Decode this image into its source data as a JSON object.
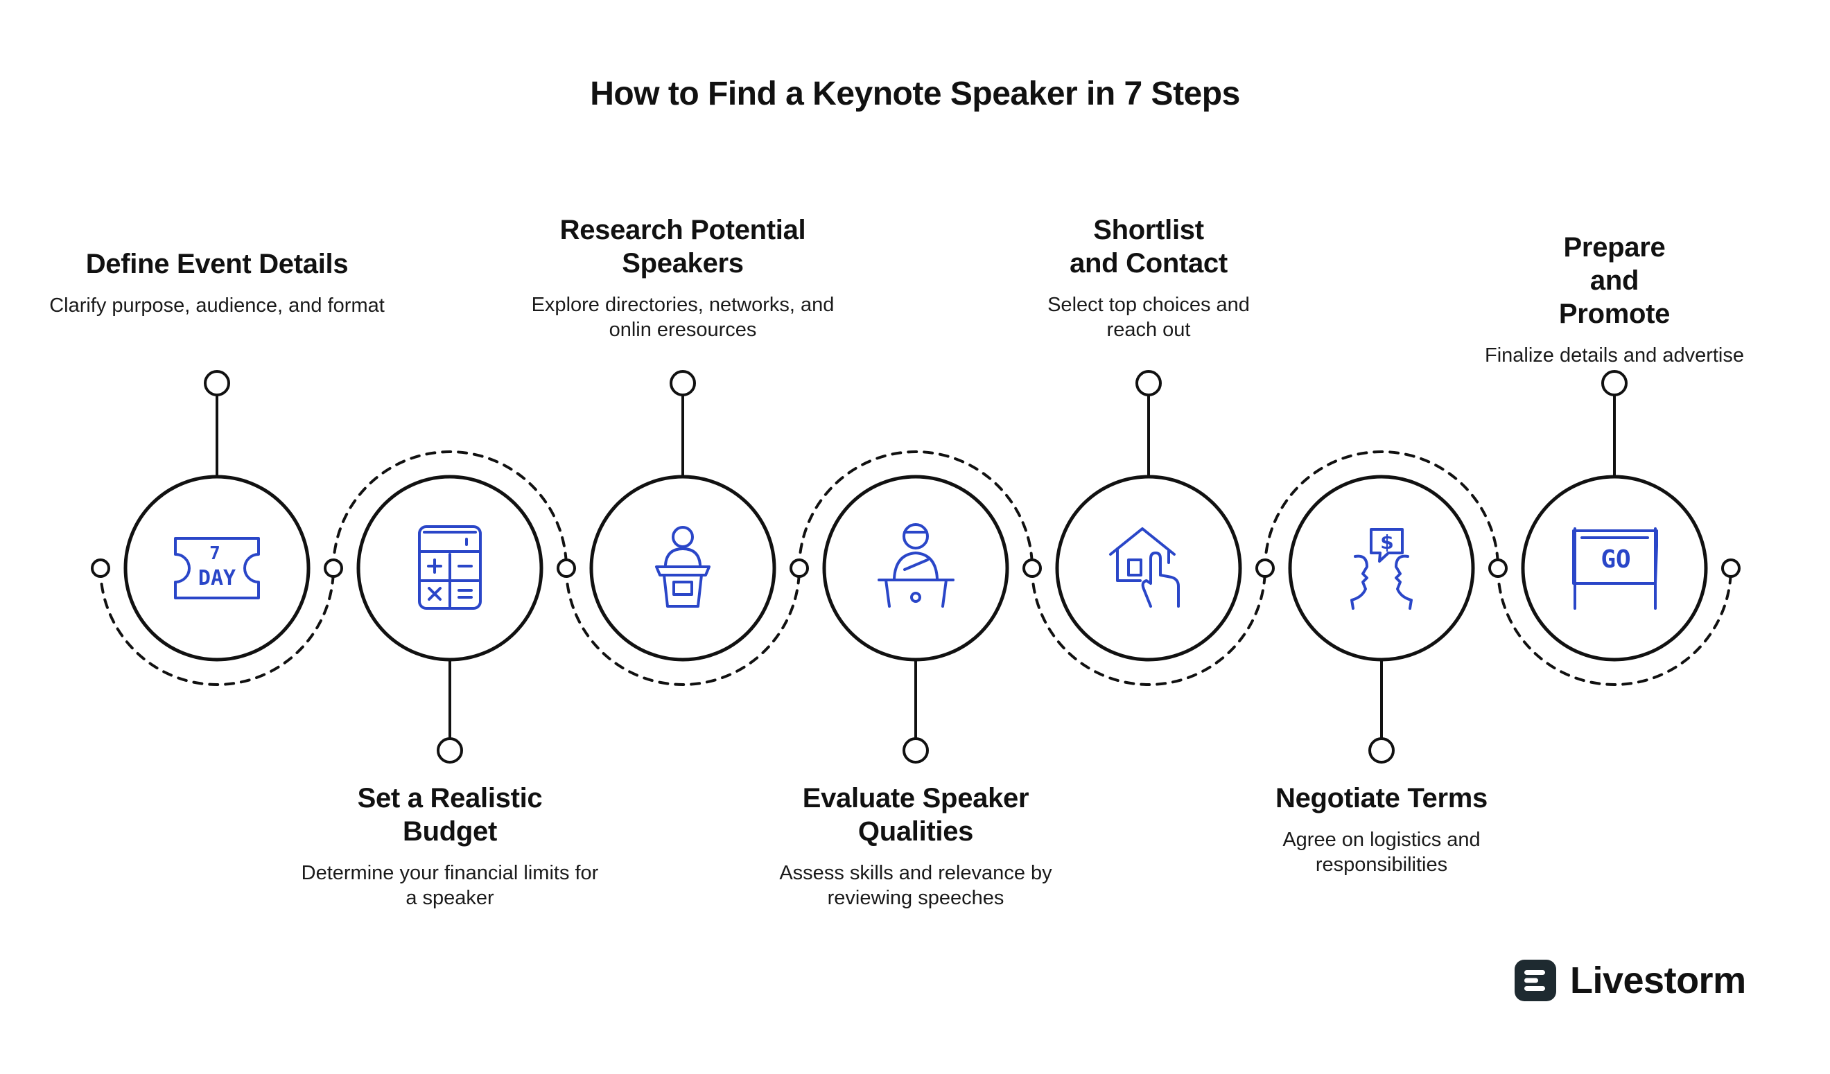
{
  "title": "How to Find a Keynote Speaker in 7 Steps",
  "steps": [
    {
      "title": "Define Event Details",
      "desc": "Clarify purpose, audience, and format",
      "icon": "calendar-ticket-icon",
      "icon_text": [
        "7",
        "DAY"
      ]
    },
    {
      "title": "Set a Realistic Budget",
      "desc": "Determine your financial limits for a speaker",
      "icon": "calculator-icon"
    },
    {
      "title": "Research Potential Speakers",
      "desc": "Explore directories, networks, and onlin eresources",
      "icon": "speaker-podium-icon"
    },
    {
      "title": "Evaluate Speaker Qualities",
      "desc": "Assess skills and relevance by reviewing speeches",
      "icon": "person-at-desk-icon"
    },
    {
      "title": "Shortlist and Contact",
      "desc": "Select top choices and reach out",
      "icon": "house-pointer-icon"
    },
    {
      "title": "Negotiate Terms",
      "desc": "Agree on logistics and responsibilities",
      "icon": "negotiation-faces-icon"
    },
    {
      "title": "Prepare and Promote",
      "desc": "Finalize details and advertise",
      "icon": "go-banner-icon",
      "icon_text": [
        "GO"
      ]
    }
  ],
  "brand": {
    "name": "Livestorm",
    "icon": "livestorm-logo-icon"
  },
  "colors": {
    "ink": "#111111",
    "accent": "#2a46c8",
    "brand": "#1e2a30"
  }
}
